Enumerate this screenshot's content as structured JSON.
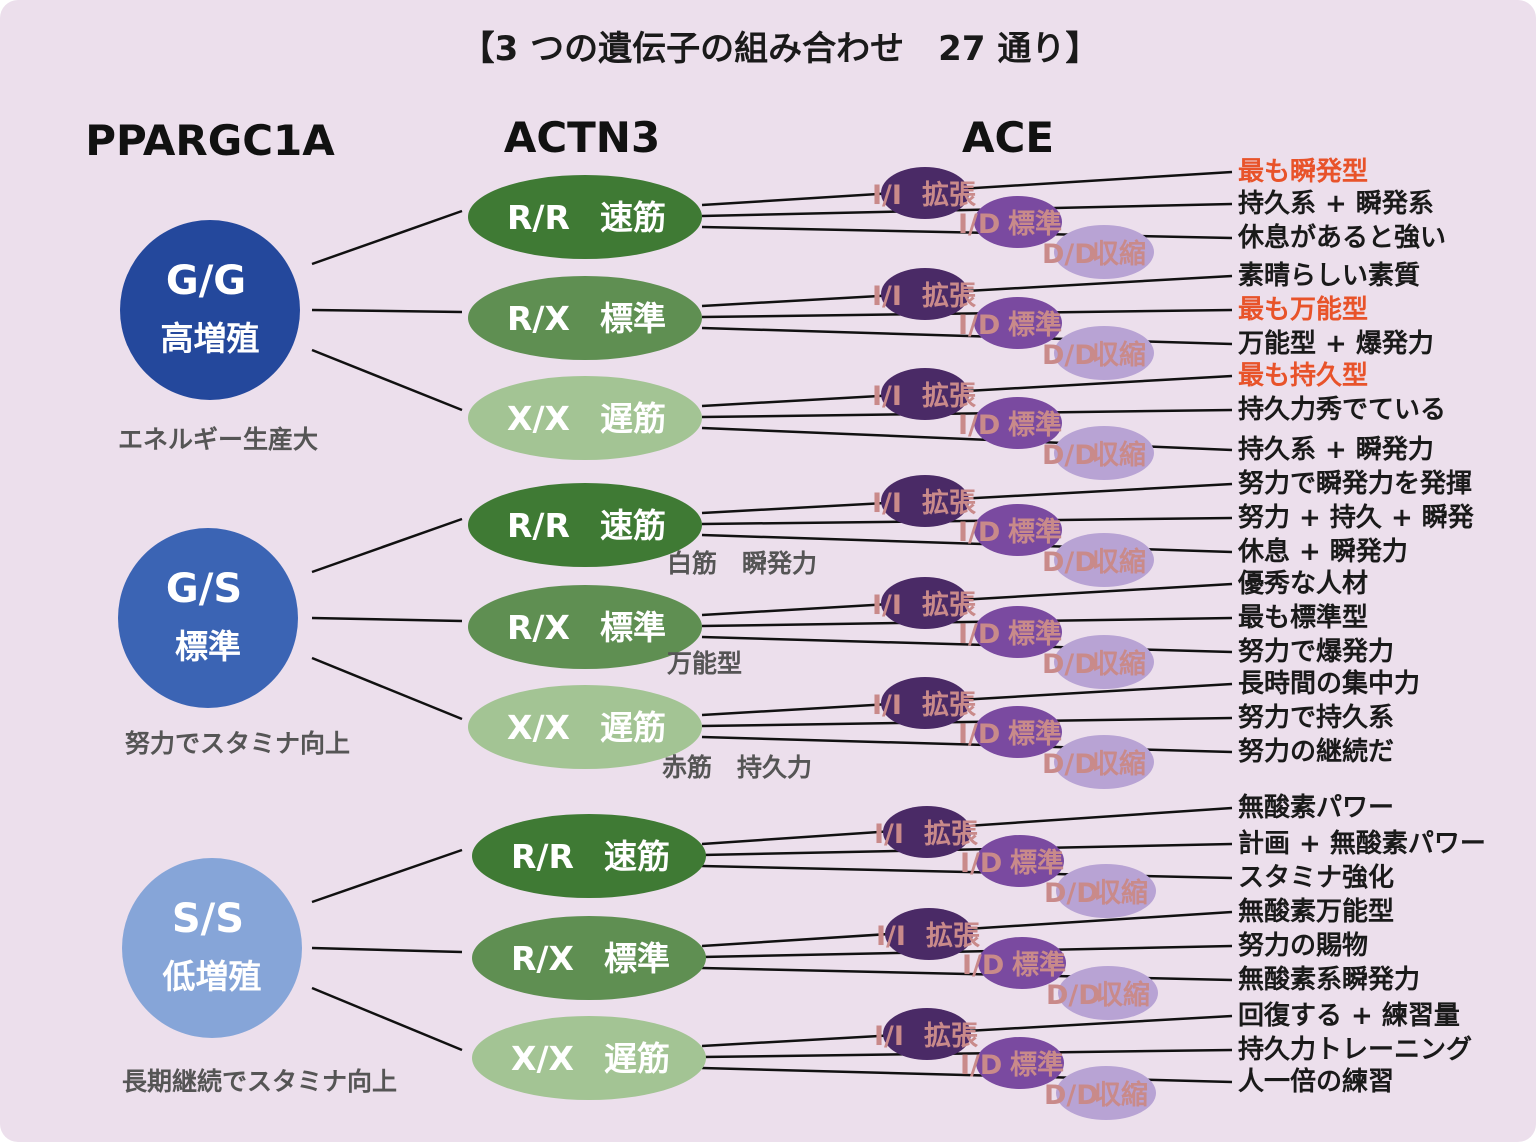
{
  "title": "【3 つの遺伝子の組み合わせ　27 通り】",
  "headers": {
    "ppargc1a": "PPARGC1A",
    "actn3": "ACTN3",
    "ace": "ACE"
  },
  "colors": {
    "background": "#ecdfec",
    "gg": "#24489c",
    "gs": "#3b64b4",
    "ss": "#86a5d8",
    "rr": "#3f7a34",
    "rx": "#5f8f52",
    "xx": "#a3c494",
    "ii": "#4a2a66",
    "id": "#7a4aa0",
    "dd": "#b8a3d4",
    "highlight": "#e8532a",
    "ace_text": "#c98a8a"
  },
  "groups": [
    {
      "genotype": "G/G",
      "label": "高増殖",
      "sub": "エネルギー生産大",
      "color_key": "gg",
      "actn3": [
        {
          "genotype": "R/R",
          "label": "速筋",
          "color_key": "rr",
          "results": [
            {
              "text": "最も瞬発型",
              "highlight": true
            },
            {
              "text": "持久系 + 瞬発系",
              "highlight": false
            },
            {
              "text": "休息があると強い",
              "highlight": false
            }
          ]
        },
        {
          "genotype": "R/X",
          "label": "標準",
          "color_key": "rx",
          "results": [
            {
              "text": "素晴らしい素質",
              "highlight": false
            },
            {
              "text": "最も万能型",
              "highlight": true
            },
            {
              "text": "万能型 + 爆発力",
              "highlight": false
            }
          ]
        },
        {
          "genotype": "X/X",
          "label": "遅筋",
          "color_key": "xx",
          "results": [
            {
              "text": "最も持久型",
              "highlight": true
            },
            {
              "text": "持久力秀でている",
              "highlight": false
            },
            {
              "text": "持久系 + 瞬発力",
              "highlight": false
            }
          ]
        }
      ]
    },
    {
      "genotype": "G/S",
      "label": "標準",
      "sub": "努力でスタミナ向上",
      "color_key": "gs",
      "actn3": [
        {
          "genotype": "R/R",
          "label": "速筋",
          "color_key": "rr",
          "results": [
            {
              "text": "努力で瞬発力を発揮",
              "highlight": false
            },
            {
              "text": "努力 + 持久 + 瞬発",
              "highlight": false
            },
            {
              "text": "休息 + 瞬発力",
              "highlight": false
            }
          ]
        },
        {
          "genotype": "R/X",
          "label": "標準",
          "color_key": "rx",
          "results": [
            {
              "text": "優秀な人材",
              "highlight": false
            },
            {
              "text": "最も標準型",
              "highlight": false
            },
            {
              "text": "努力で爆発力",
              "highlight": false
            }
          ]
        },
        {
          "genotype": "X/X",
          "label": "遅筋",
          "color_key": "xx",
          "results": [
            {
              "text": "長時間の集中力",
              "highlight": false
            },
            {
              "text": "努力で持久系",
              "highlight": false
            },
            {
              "text": "努力の継続だ",
              "highlight": false
            }
          ]
        }
      ]
    },
    {
      "genotype": "S/S",
      "label": "低増殖",
      "sub": "長期継続でスタミナ向上",
      "color_key": "ss",
      "actn3": [
        {
          "genotype": "R/R",
          "label": "速筋",
          "color_key": "rr",
          "results": [
            {
              "text": "無酸素パワー",
              "highlight": false
            },
            {
              "text": "計画 + 無酸素パワー",
              "highlight": false
            },
            {
              "text": "スタミナ強化",
              "highlight": false
            }
          ]
        },
        {
          "genotype": "R/X",
          "label": "標準",
          "color_key": "rx",
          "results": [
            {
              "text": "無酸素万能型",
              "highlight": false
            },
            {
              "text": "努力の賜物",
              "highlight": false
            },
            {
              "text": "無酸素系瞬発力",
              "highlight": false
            }
          ]
        },
        {
          "genotype": "X/X",
          "label": "遅筋",
          "color_key": "xx",
          "results": [
            {
              "text": "回復する + 練習量",
              "highlight": false
            },
            {
              "text": "持久力トレーニング",
              "highlight": false
            },
            {
              "text": "人一倍の練習",
              "highlight": false
            }
          ]
        }
      ]
    }
  ],
  "ace": [
    {
      "genotype": "I/I",
      "label": "拡張",
      "color_key": "ii"
    },
    {
      "genotype": "I/D",
      "label": "標準",
      "color_key": "id"
    },
    {
      "genotype": "D/D",
      "label": "収縮",
      "color_key": "dd"
    }
  ],
  "notes": {
    "rr_note": "白筋　瞬発力",
    "rx_note": "万能型",
    "xx_note": "赤筋　持久力"
  }
}
